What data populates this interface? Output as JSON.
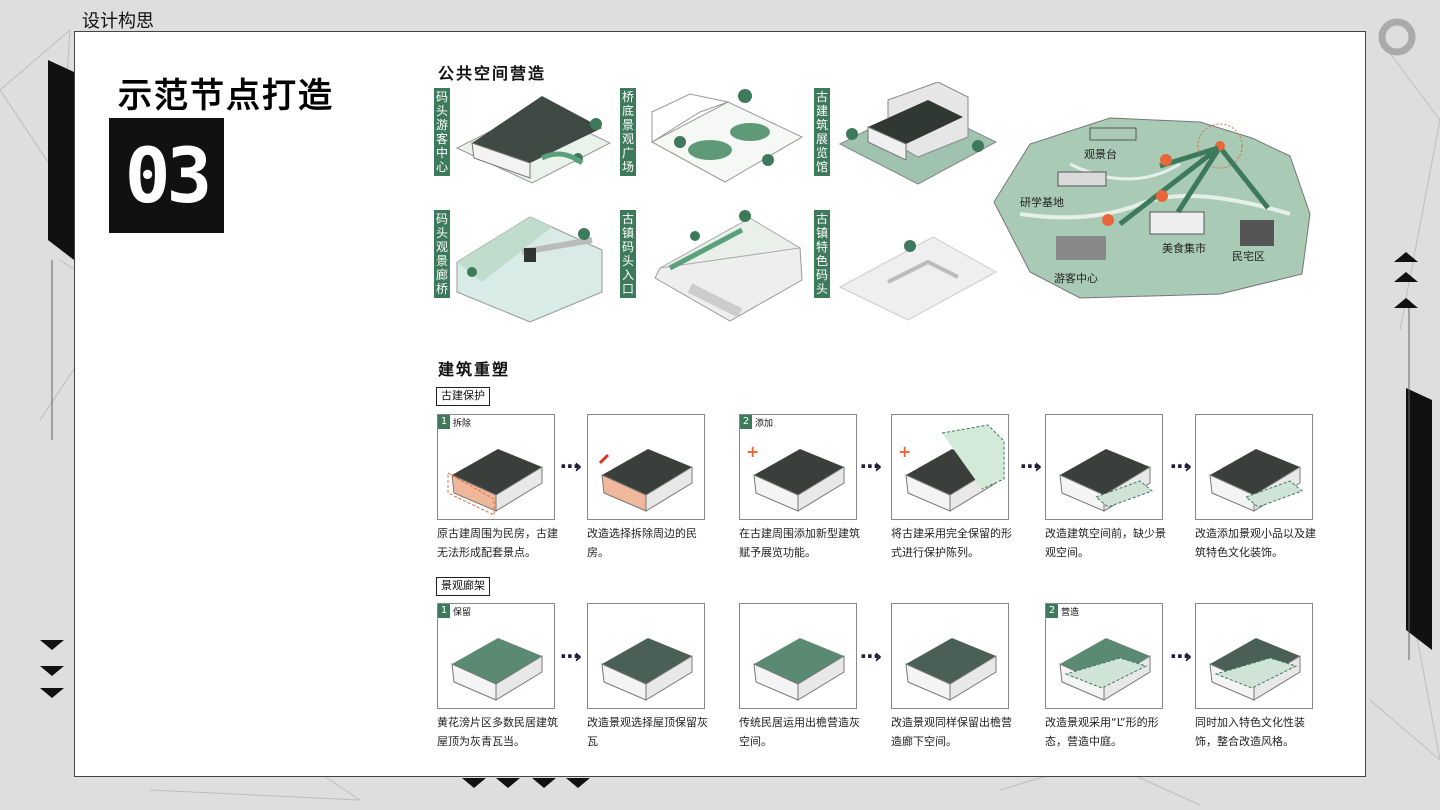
{
  "page": {
    "corner_title": "设计构思",
    "main_title": "示范节点打造",
    "number": "03"
  },
  "public_space": {
    "title": "公共空间营造",
    "nodes": [
      {
        "label": "码头游客中心"
      },
      {
        "label": "桥底景观广场"
      },
      {
        "label": "古建筑展览馆"
      },
      {
        "label": "码头观景廊桥"
      },
      {
        "label": "古镇码头入口"
      },
      {
        "label": "古镇特色码头"
      }
    ],
    "map_labels": [
      "观景台",
      "研学基地",
      "美食集市",
      "民宅区",
      "游客中心"
    ]
  },
  "rebuild": {
    "title": "建筑重塑",
    "groups": [
      {
        "tag": "古建保护",
        "panels": [
          {
            "step_num": "1",
            "step_label": "拆除",
            "caption": "原古建周围为民房，古建无法形成配套景点。"
          },
          {
            "step_num": "",
            "step_label": "",
            "caption": "改造选择拆除周边的民房。"
          },
          {
            "step_num": "2",
            "step_label": "添加",
            "caption": "在古建周围添加新型建筑赋予展览功能。"
          },
          {
            "step_num": "",
            "step_label": "",
            "caption": "将古建采用完全保留的形式进行保护陈列。"
          },
          {
            "step_num": "",
            "step_label": "",
            "caption": "改造建筑空间前，缺少景观空间。"
          },
          {
            "step_num": "",
            "step_label": "",
            "caption": "改造添加景观小品以及建筑特色文化装饰。"
          }
        ]
      },
      {
        "tag": "景观廊架",
        "panels": [
          {
            "step_num": "1",
            "step_label": "保留",
            "caption": "黄花滂片区多数民居建筑屋顶为灰青瓦当。"
          },
          {
            "step_num": "",
            "step_label": "",
            "caption": "改造景观选择屋顶保留灰瓦"
          },
          {
            "step_num": "",
            "step_label": "",
            "caption": "传统民居运用出檐营造灰空间。"
          },
          {
            "step_num": "",
            "step_label": "",
            "caption": "改造景观同样保留出檐营造廊下空间。"
          },
          {
            "step_num": "2",
            "step_label": "营造",
            "caption": "改造景观采用“L”形的形态，营造中庭。"
          },
          {
            "step_num": "",
            "step_label": "",
            "caption": "同时加入特色文化性装饰，整合改造风格。"
          }
        ]
      }
    ]
  },
  "colors": {
    "accent_green": "#3d7a5c",
    "map_green": "#a9cbb6",
    "highlight_orange": "#e8673a"
  }
}
